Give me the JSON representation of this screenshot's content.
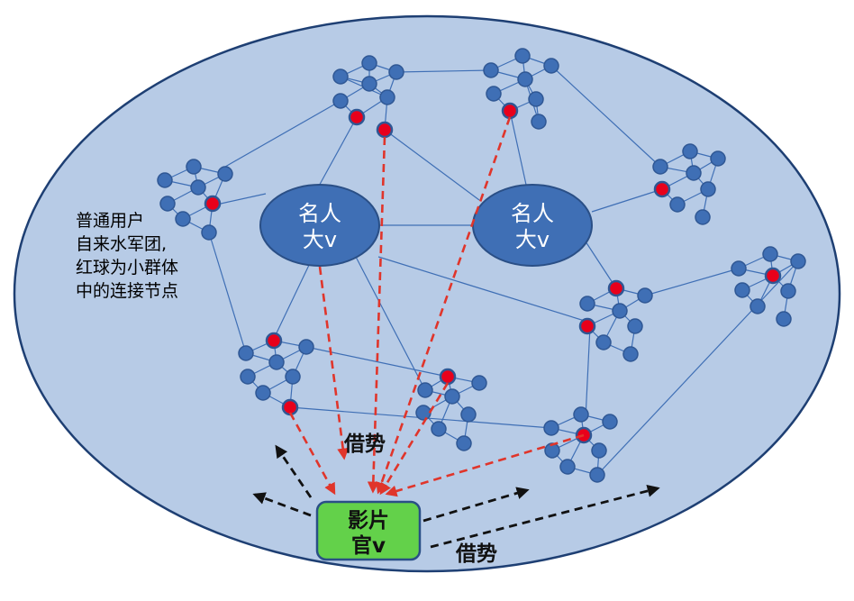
{
  "celebrity_hubs": [
    {
      "line1": "名人",
      "line2": "大v"
    },
    {
      "line1": "名人",
      "line2": "大v"
    }
  ],
  "film_official": {
    "line1": "影片",
    "line2": "官v"
  },
  "borrow_labels": [
    "借势",
    "借势"
  ],
  "note": {
    "lines": [
      "普通用户",
      "自来水军团,",
      "红球为小群体",
      "中的连接节点"
    ]
  },
  "colors": {
    "ellipse_fill": "#b7cbe6",
    "node": "#3f6fb5",
    "connector_node": "#e8001b",
    "film_box": "#63d14a",
    "borrow_arrow": "#e0352b"
  }
}
